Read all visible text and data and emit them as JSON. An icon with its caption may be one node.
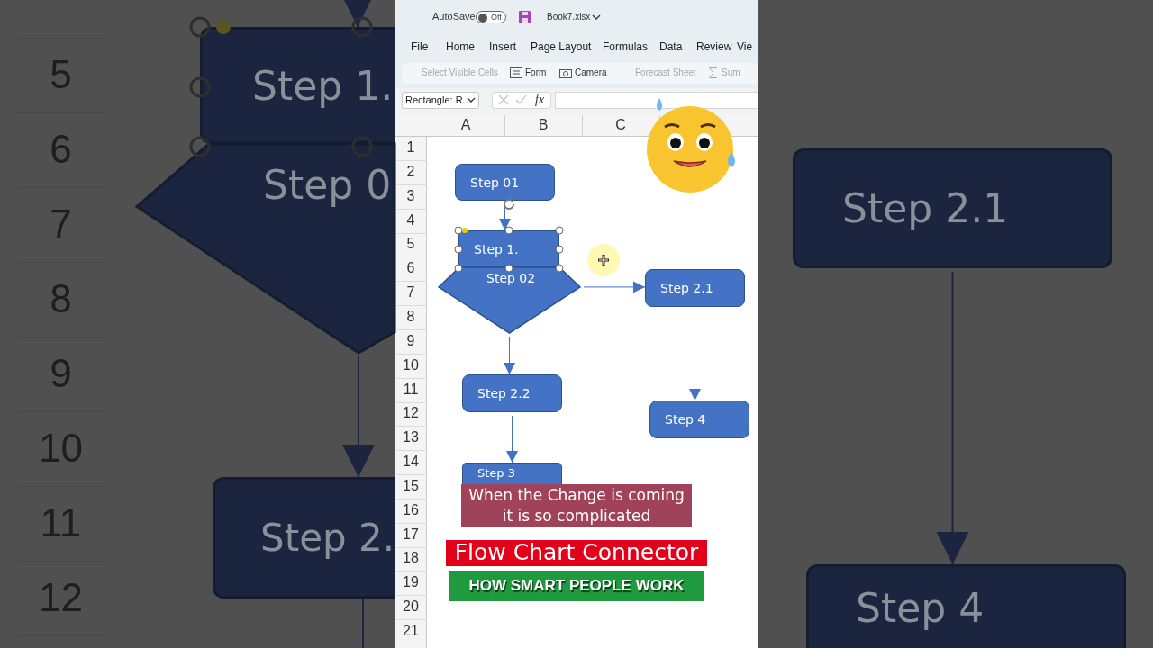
{
  "diagram": {
    "nodes": [
      {
        "text": [
          "Step 1."
        ]
      },
      {
        "text": [
          "Step 0"
        ]
      },
      {
        "text": [
          "Step 2."
        ]
      },
      {
        "text": [
          "Step 01"
        ]
      },
      {
        "text": [
          "Step 1."
        ]
      },
      {
        "text": [
          "Step 02"
        ]
      },
      {
        "text": [
          "Step 2.1"
        ]
      },
      {
        "text": [
          "Step 2.2"
        ]
      },
      {
        "text": [
          "Step 4"
        ]
      },
      {
        "text": [
          "Step 3"
        ]
      },
      {
        "text": [
          "When the Change is coming it is so complicated"
        ]
      },
      {
        "text": [
          "Flow Chart Connector"
        ]
      },
      {
        "text": [
          "HOW SMART PEOPLE WORK"
        ]
      },
      {
        "text": [
          "Step 2.1"
        ]
      },
      {
        "text": [
          "Step 4"
        ]
      }
    ],
    "edges": [
      {
        "from": null,
        "to": 0,
        "arrow": "to",
        "color": "#1b2540"
      },
      {
        "from": 1,
        "to": 2,
        "arrow": "to",
        "color": "#1b2540"
      },
      {
        "from": 2,
        "to": null,
        "arrow": "none",
        "color": "#1b2540"
      },
      {
        "from": 3,
        "to": 4,
        "arrow": "to"
      },
      {
        "from": 5,
        "to": 6,
        "arrow": "to"
      },
      {
        "from": 5,
        "to": 7,
        "arrow": "to"
      },
      {
        "from": 6,
        "to": 8,
        "arrow": "to"
      },
      {
        "from": 7,
        "to": 9,
        "arrow": "to"
      },
      {
        "from": 13,
        "to": 14,
        "arrow": "to",
        "color": "#1b2540"
      }
    ],
    "labels": [
      "AutoSave",
      "Off",
      "Book7.xlsx",
      "File",
      "Home",
      "Insert",
      "Page Layout",
      "Formulas",
      "Data",
      "Review",
      "Vie",
      "Select Visible Cells",
      "Form",
      "Camera",
      "Forecast Sheet",
      "Sum",
      "Rectangle: R...",
      "fx",
      "A",
      "B",
      "C",
      "1",
      "2",
      "3",
      "4",
      "5",
      "6",
      "7",
      "8",
      "9",
      "10",
      "11",
      "12",
      "13",
      "14",
      "15",
      "16",
      "17",
      "18",
      "19",
      "20",
      "21",
      "5",
      "6",
      "7",
      "8",
      "9",
      "10",
      "11",
      "12"
    ]
  }
}
